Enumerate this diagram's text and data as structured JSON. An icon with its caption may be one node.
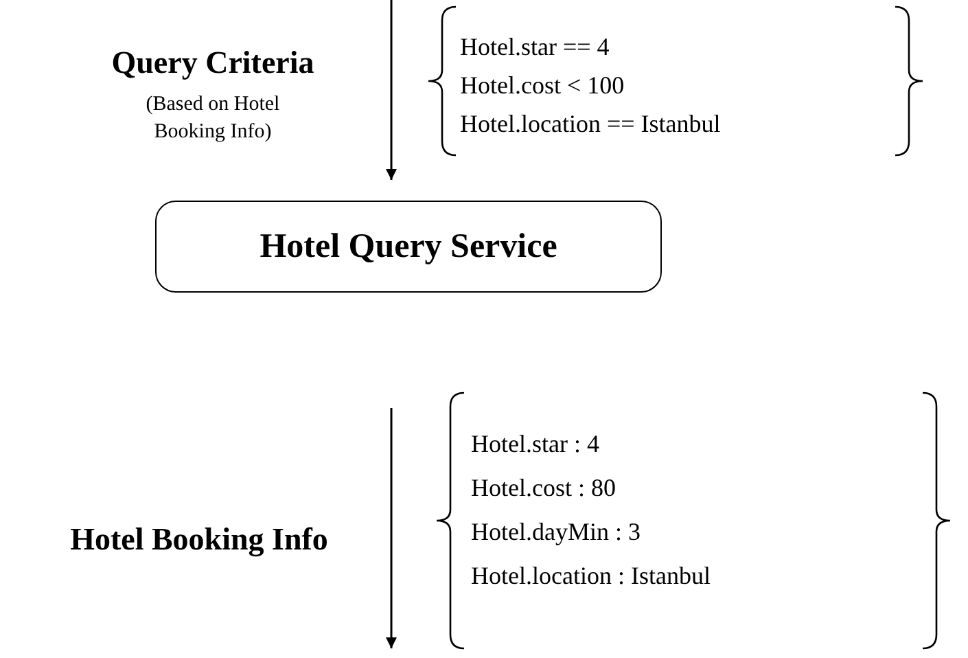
{
  "diagram": {
    "nodes": [
      {
        "text": [
          "Hotel Query Service"
        ]
      }
    ],
    "labels": [
      "Query Criteria",
      "(Based on Hotel Booking Info)",
      "Hotel.star == 4",
      "Hotel.cost < 100",
      "Hotel.location == Istanbul",
      "Hotel Booking Info",
      "Hotel.star : 4",
      "Hotel.cost : 80",
      "Hotel.dayMin : 3",
      "Hotel.location : Istanbul"
    ]
  }
}
